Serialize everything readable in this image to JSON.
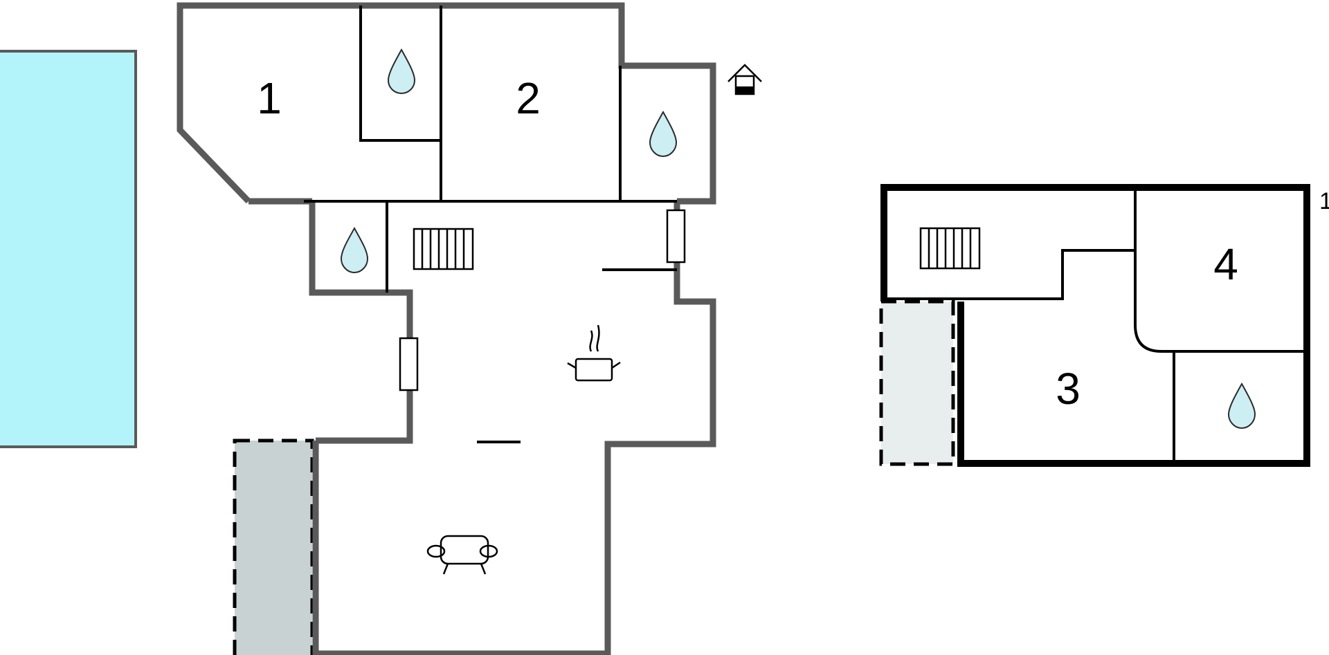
{
  "colors": {
    "pool": "#b3f4fb",
    "pool_border": "#5a5a5a",
    "terrace_ground": "#c8d2d3",
    "terrace_upper": "#e8eeee",
    "wall_ground": "#5a5a5a",
    "wall_upper": "#000000",
    "water_drop": "#cdeef3"
  },
  "ground_floor": {
    "rooms": [
      {
        "label": "1",
        "type": "bedroom"
      },
      {
        "label": "2",
        "type": "bedroom"
      }
    ],
    "icons": [
      "water-drop-icon",
      "water-drop-icon",
      "water-drop-icon",
      "stairs-icon",
      "door-icon",
      "door-icon",
      "cooking-pot-icon",
      "armchair-icon",
      "house-entrance-icon"
    ]
  },
  "upper_floor": {
    "rooms": [
      {
        "label": "3",
        "type": "bedroom"
      },
      {
        "label": "4",
        "type": "bedroom"
      }
    ],
    "icons": [
      "stairs-icon",
      "water-drop-icon"
    ],
    "edge_label": "1"
  }
}
